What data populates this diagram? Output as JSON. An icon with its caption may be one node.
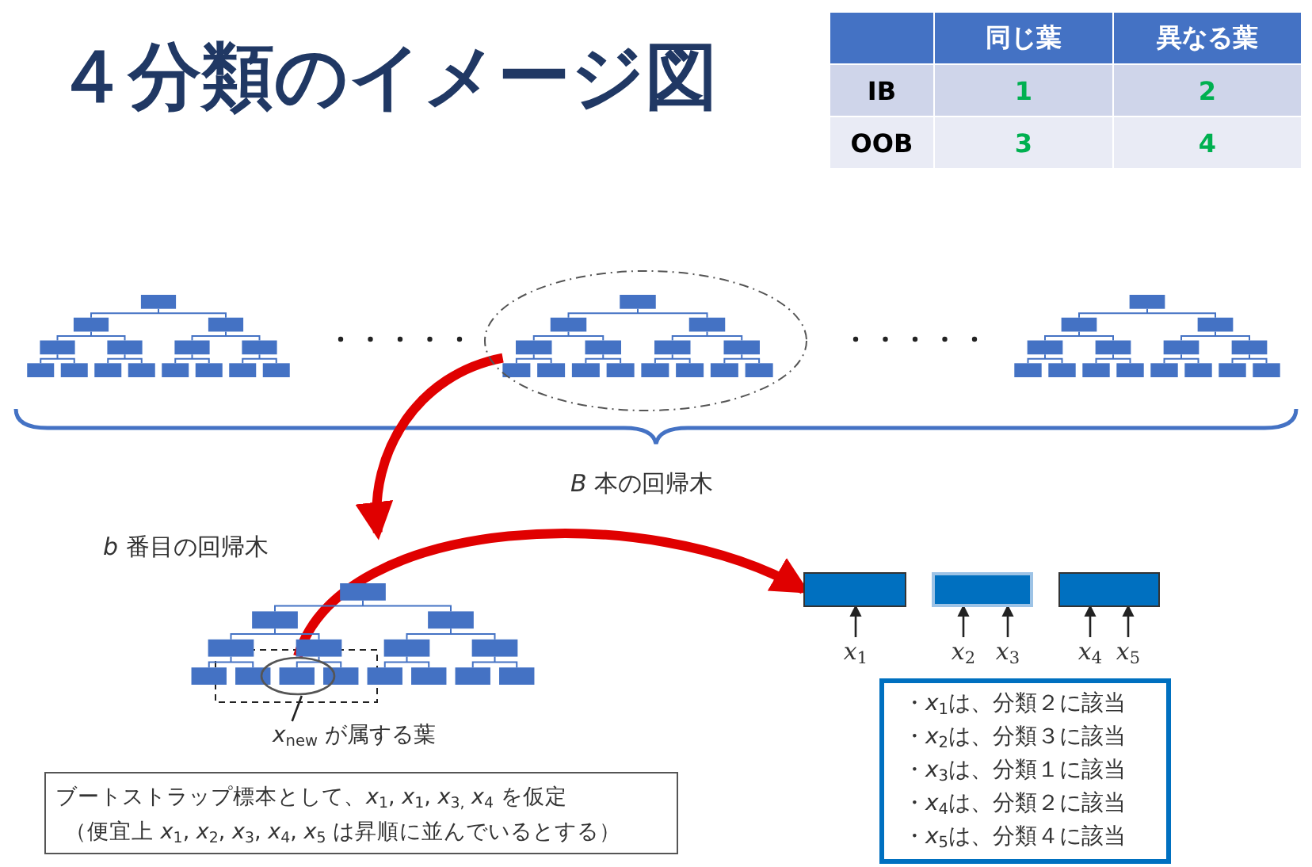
{
  "diagram": {
    "title": "４分類のイメージ図",
    "nodes": [
      {
        "text": [],
        "shape": "ellipse"
      },
      {
        "text": [
          "*b* 番目の回帰木"
        ]
      },
      {
        "text": [],
        "shape": "ellipse",
        "in": 1
      },
      {
        "text": [
          "*x*$_{new}$ が属する葉"
        ]
      },
      {
        "text": [],
        "shape": "box"
      },
      {
        "text": [],
        "shape": "box"
      },
      {
        "text": [],
        "shape": "box"
      },
      {
        "text": [
          "*x*$_{1}$"
        ]
      },
      {
        "text": [
          "*x*$_{2}$"
        ]
      },
      {
        "text": [
          "*x*$_{3}$"
        ]
      },
      {
        "text": [
          "*x*$_{4}$"
        ]
      },
      {
        "text": [
          "*x*$_{5}$"
        ]
      },
      {
        "text": [
          "ブートストラップ標本として、*x*$_{1}$, *x*$_{1}$, *x*$_{3,}$ *x*$_{4}$ を仮定",
          "（便宜上 *x*$_{1}$, *x*$_{2}$, *x*$_{3}$, *x*$_{4}$, *x*$_{5}$ は昇順に並んでいるとする）"
        ]
      },
      {
        "text": [
          "・*x*$_{1}$は、分類２に該当",
          "・*x*$_{2}$は、分類３に該当",
          "・*x*$_{3}$は、分類１に該当",
          "・*x*$_{4}$は、分類２に該当",
          "・*x*$_{5}$は、分類４に該当"
        ]
      }
    ],
    "edges": [
      {
        "from": 0,
        "to": 1,
        "arrow": "to",
        "style": "thick",
        "color": "#e00000"
      },
      {
        "from": 3,
        "to": 2,
        "arrow": "none"
      },
      {
        "from": 2,
        "to": 4,
        "arrow": "to",
        "style": "thick",
        "color": "#e00000"
      },
      {
        "from": 7,
        "to": 4,
        "arrow": "to"
      },
      {
        "from": 8,
        "to": 5,
        "arrow": "to"
      },
      {
        "from": 9,
        "to": 5,
        "arrow": "to"
      },
      {
        "from": 10,
        "to": 6,
        "arrow": "to"
      },
      {
        "from": 11,
        "to": 6,
        "arrow": "to"
      }
    ],
    "labels": [
      "同じ葉",
      "異なる葉",
      "IB",
      "1",
      "2",
      "OOB",
      "3",
      "4",
      "*B* 本の回帰木"
    ]
  }
}
